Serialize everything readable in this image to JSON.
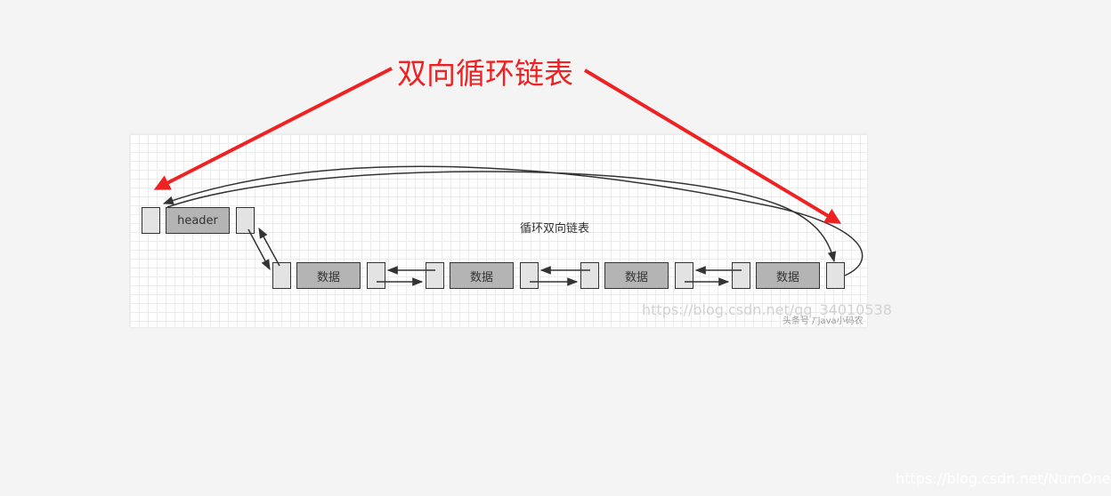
{
  "title": "双向循环链表",
  "header_label": "header",
  "node_label": "数据",
  "nodes": [
    "数据",
    "数据",
    "数据",
    "数据"
  ],
  "panel_label": "循环双向链表",
  "watermark_inner": "https://blog.csdn.net/qq_34010538",
  "watermark_inner_small": "头条号 / java小码农",
  "watermark_page": "https://blog.csdn.net/NumOneDD",
  "colors": {
    "title": "#ee2222",
    "arrow_red": "#ee2222",
    "line": "#333333",
    "pointer_box": "#e3e3e3",
    "data_box": "#b4b4b4",
    "background": "#f4f4f4"
  }
}
